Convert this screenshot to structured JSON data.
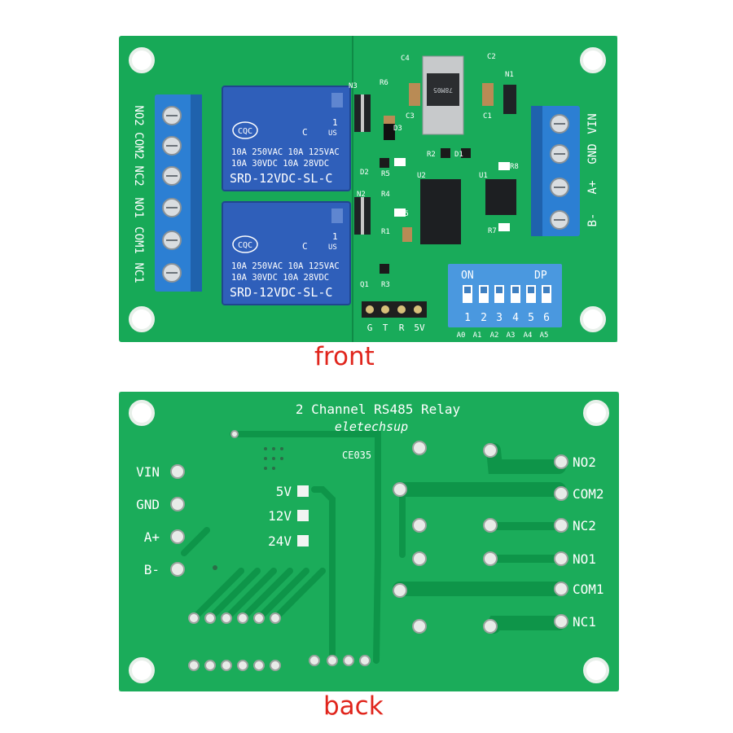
{
  "captions": {
    "front": "front",
    "back": "back"
  },
  "front_board": {
    "relays": [
      {
        "brand": "CQC",
        "mark": "C",
        "count": "1",
        "us": "US",
        "line1": "10A 250VAC  10A 125VAC",
        "line2": "10A  30VDC  10A  28VDC",
        "model": "SRD-12VDC-SL-C"
      },
      {
        "brand": "CQC",
        "mark": "C",
        "count": "1",
        "us": "US",
        "line1": "10A 250VAC  10A 125VAC",
        "line2": "10A  30VDC  10A  28VDC",
        "model": "SRD-12VDC-SL-C"
      }
    ],
    "left_terminals": [
      "NO2",
      "COM2",
      "NC2",
      "NO1",
      "COM1",
      "NC1"
    ],
    "right_terminals": [
      "VIN",
      "GND",
      "A+",
      "B-"
    ],
    "component_labels": [
      "N3",
      "R6",
      "C4",
      "C2",
      "N1",
      "C3",
      "C1",
      "D3",
      "R2",
      "D1",
      "R8",
      "D2",
      "R5",
      "U2",
      "U1",
      "N2",
      "R4",
      "C5",
      "R1",
      "R7",
      "Q1",
      "R3"
    ],
    "regulator_label": "78M05",
    "header_pins": [
      "G",
      "T",
      "R",
      "5V"
    ],
    "dip_switch": {
      "on_label": "ON",
      "dp_label": "DP",
      "numbers": [
        "1",
        "2",
        "3",
        "4",
        "5",
        "6"
      ],
      "addresses": [
        "A0",
        "A1",
        "A2",
        "A3",
        "A4",
        "A5"
      ]
    }
  },
  "back_board": {
    "title": "2 Channel RS485 Relay",
    "brand": "eletechsup",
    "code": "CE035",
    "left_pins": [
      "VIN",
      "GND",
      "A+",
      "B-"
    ],
    "voltage_jumpers": [
      "5V",
      "12V",
      "24V"
    ],
    "right_terminals": [
      "NO2",
      "COM2",
      "NC2",
      "NO1",
      "COM1",
      "NC1"
    ]
  },
  "colors": {
    "pcb": "#15a956",
    "relay": "#2d5cb5",
    "terminal": "#2d7ed1",
    "dip": "#4f9be0",
    "caption": "#e0251c"
  }
}
